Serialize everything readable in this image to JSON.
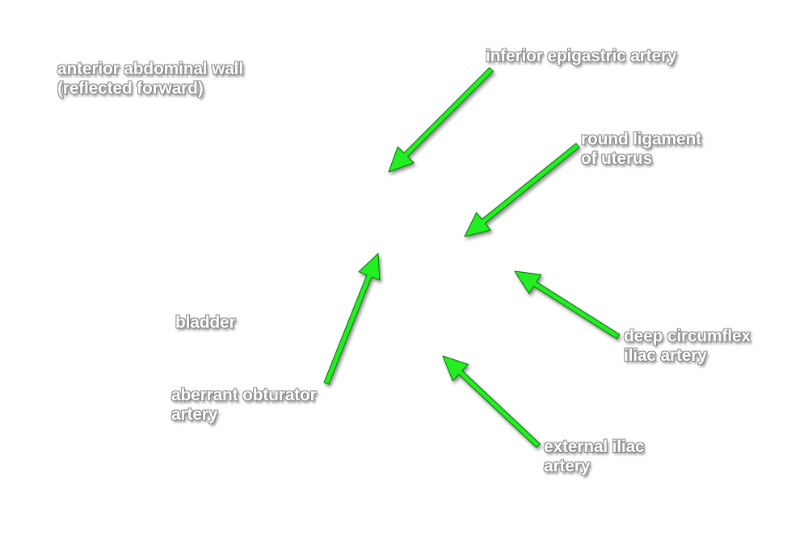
{
  "colors": {
    "background": "#ffffff",
    "arrow": "#22ee22",
    "arrow_outline": "#0a6a0a",
    "label_text": "#ffffff"
  },
  "labels": {
    "anterior_abdominal_wall": [
      "anterior abdominal wall",
      "(reflected forward)"
    ],
    "inferior_epigastric_artery": [
      "inferior epigastric artery"
    ],
    "round_ligament": [
      "round ligament",
      "of uterus"
    ],
    "bladder": [
      "bladder"
    ],
    "aberrant_obturator_artery": [
      "aberrant obturator",
      "artery"
    ],
    "deep_circumflex_iliac_artery": [
      "deep circumflex",
      "iliac artery"
    ],
    "external_iliac_artery": [
      "external iliac",
      "artery"
    ]
  }
}
